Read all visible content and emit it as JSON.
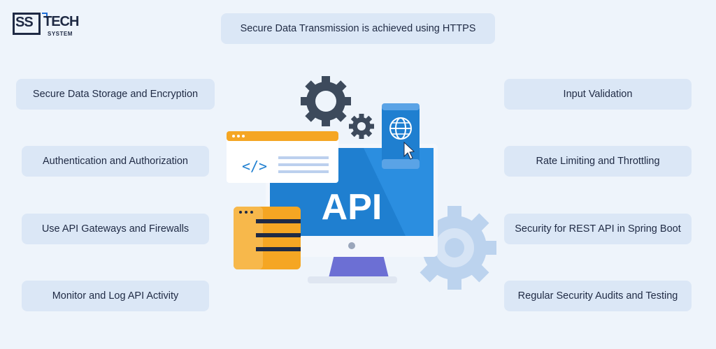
{
  "logo": {
    "text_ss": "SS",
    "text_tech": "TECH",
    "text_system": "SYSTEM"
  },
  "top_item": "Secure Data Transmission is achieved using HTTPS",
  "left_items": [
    "Secure Data Storage and Encryption",
    "Authentication and Authorization",
    "Use API Gateways and Firewalls",
    "Monitor and Log API Activity"
  ],
  "right_items": [
    "Input Validation",
    "Rate Limiting and Throttling",
    "Security for REST API in Spring Boot",
    "Regular Security Audits and Testing"
  ],
  "center": {
    "api_label": "API",
    "code_symbol": "</>"
  },
  "colors": {
    "background": "#eef4fb",
    "pill": "#dbe7f6",
    "text": "#1f2a44",
    "screen_blue": "#1f7fd0",
    "accent_orange": "#f5a623",
    "gear_dark": "#3d4a5c",
    "gear_light": "#bcd3ee"
  }
}
